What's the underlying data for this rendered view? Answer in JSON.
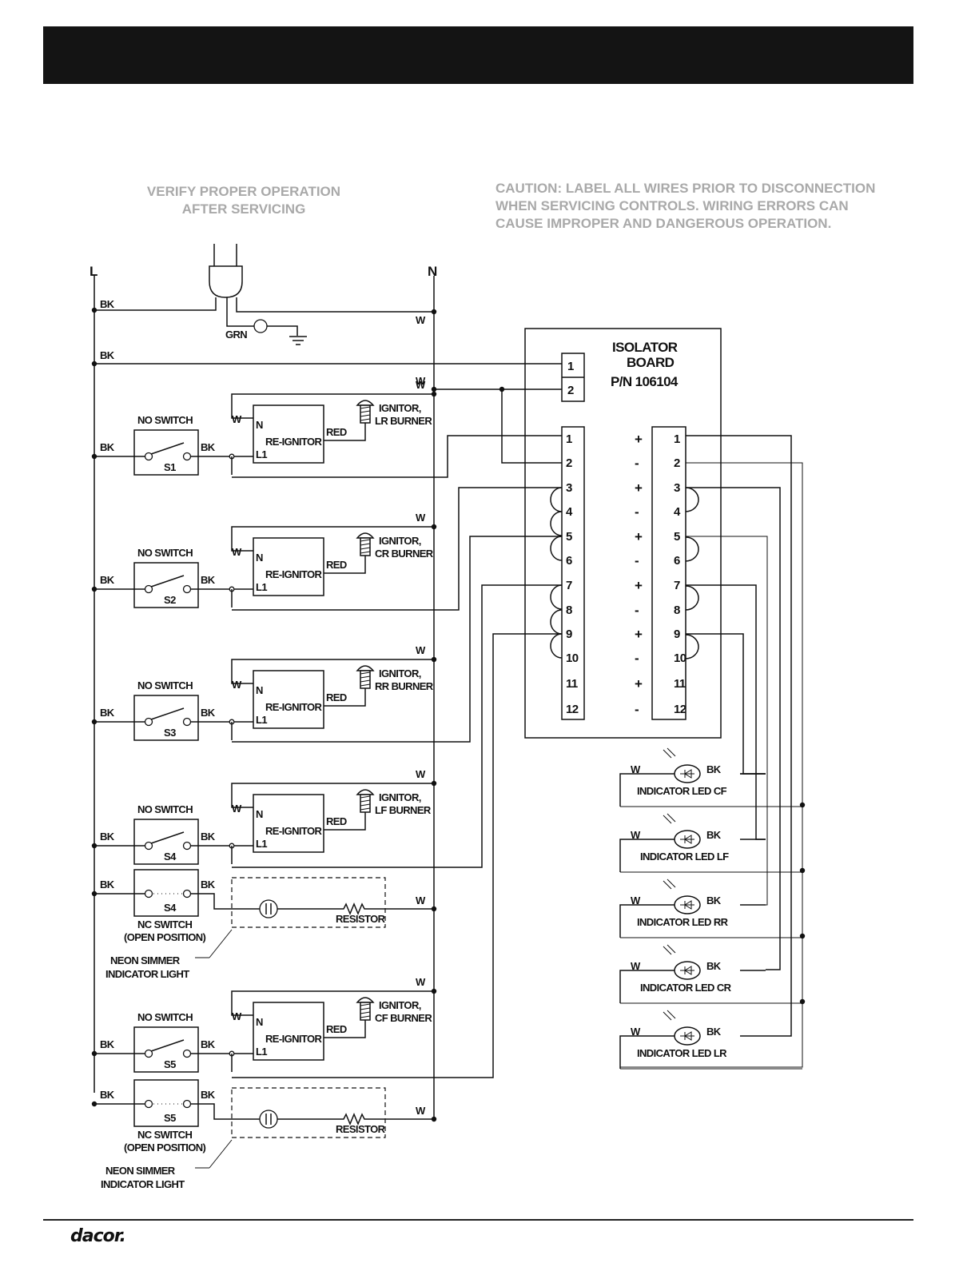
{
  "notes": {
    "verify": [
      "VERIFY PROPER OPERATION",
      "AFTER SERVICING"
    ],
    "caution": [
      "CAUTION: LABEL ALL WIRES PRIOR TO DISCONNECTION",
      "WHEN SERVICING CONTROLS. WIRING ERRORS CAN",
      "CAUSE IMPROPER AND DANGEROUS OPERATION."
    ]
  },
  "rails": {
    "line": "L",
    "neutral": "N"
  },
  "wire_labels": {
    "black": "BK",
    "white": "W",
    "green": "GRN",
    "red": "RED"
  },
  "isolator": {
    "title_1": "ISOLATOR",
    "title_2": "BOARD",
    "part_number": "P/N 106104",
    "input_pins": [
      "1",
      "2"
    ],
    "output_pins": [
      "1",
      "2",
      "3",
      "4",
      "5",
      "6",
      "7",
      "8",
      "9",
      "10",
      "11",
      "12"
    ],
    "polarity": [
      "+",
      "-",
      "+",
      "-",
      "+",
      "-",
      "+",
      "-",
      "+",
      "-",
      "+",
      "-"
    ]
  },
  "components": {
    "no_switch": "NO SWITCH",
    "nc_switch": [
      "NC SWITCH",
      "(OPEN POSITION)"
    ],
    "re_ignitor": "RE-IGNITOR",
    "n": "N",
    "l1": "L1",
    "resistor": "RESISTOR",
    "neon": [
      "NEON SIMMER",
      "INDICATOR LIGHT"
    ],
    "ignitor_prefix": "IGNITOR,"
  },
  "switch_rows": [
    {
      "switch": "S1",
      "burner": "LR BURNER"
    },
    {
      "switch": "S2",
      "burner": "CR BURNER"
    },
    {
      "switch": "S3",
      "burner": "RR BURNER"
    },
    {
      "switch": "S4",
      "burner": "LF BURNER"
    },
    {
      "switch": "S5",
      "burner": "CF BURNER"
    }
  ],
  "nc_switches": [
    "S4",
    "S5"
  ],
  "leds": [
    "INDICATOR LED  CF",
    "INDICATOR LED  LF",
    "INDICATOR LED  RR",
    "INDICATOR LED  CR",
    "INDICATOR LED  LR"
  ],
  "footer": {
    "logo": "dacor."
  }
}
